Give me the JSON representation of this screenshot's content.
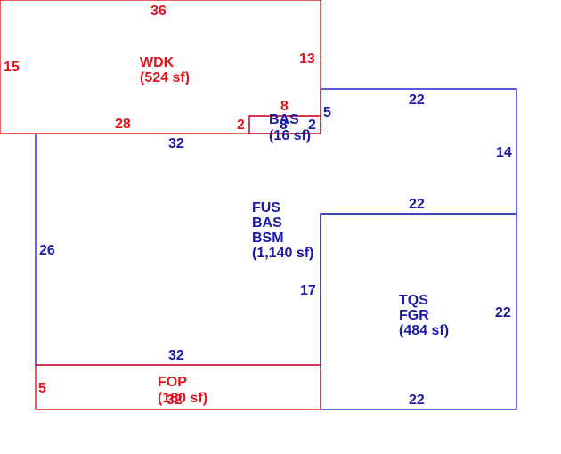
{
  "colors": {
    "wood_deck": "#e0141e",
    "open_porch": "#e0141e",
    "main": "#1a1aa6",
    "outline_blue": "#2222cc"
  },
  "areas": {
    "wdk": {
      "code": "WDK",
      "size": "(524 sf)"
    },
    "bas_small": {
      "code": "BAS",
      "size": "(16 sf)"
    },
    "main": {
      "codes": [
        "FUS",
        "BAS",
        "BSM"
      ],
      "size": "(1,140 sf)"
    },
    "garage": {
      "codes": [
        "TQS",
        "FGR"
      ],
      "size": "(484 sf)"
    },
    "fop": {
      "code": "FOP",
      "size": "(160 sf)"
    }
  },
  "dimensions": {
    "wdk_top": "36",
    "wdk_left": "15",
    "wdk_right": "13",
    "wdk_bottom": "28",
    "wdk_bottom_short": "2",
    "bas_top": "8",
    "bas_right": "2",
    "bas_bottom": "8",
    "ell_right": "5",
    "ell_top": "22",
    "ell_right_side": "14",
    "ell_bottom": "22",
    "main_top": "32",
    "main_left": "26",
    "main_bottom": "32",
    "main_inner": "17",
    "garage_right": "22",
    "garage_bottom": "22",
    "fop_left": "5",
    "fop_bottom": "32"
  }
}
